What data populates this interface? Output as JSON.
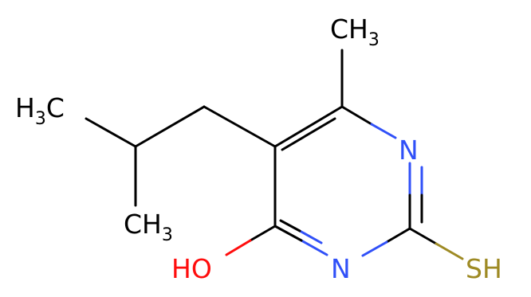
{
  "colors": {
    "carbon": "#000000",
    "nitrogen": "#3050F8",
    "oxygen": "#FF0D0D",
    "sulfur": "#9E8A24"
  },
  "atoms": {
    "n_top": "N",
    "n_bottom": "N",
    "oh_label": "HO",
    "sh_label": "SH",
    "methyl_top": {
      "main": "CH",
      "sub": "3"
    },
    "methyl_left": {
      "main": "H",
      "sub": "3",
      "tail": "C"
    },
    "methyl_bottom": {
      "main": "CH",
      "sub": "3"
    }
  }
}
